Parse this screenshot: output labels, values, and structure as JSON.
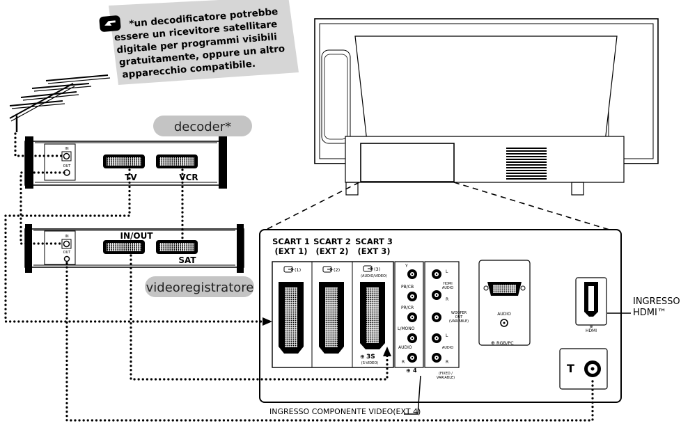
{
  "note": {
    "lines": [
      "*un decodificatore potrebbe",
      "essere un ricevitore satellitare",
      "digitale per programmi visibili",
      "gratuitamente, oppure un altro",
      "apparecchio compatibile."
    ]
  },
  "decoder": {
    "title": "decoder*",
    "in_label": "IN",
    "out_label": "OUT",
    "tv_label": "TV",
    "vcr_label": "VCR"
  },
  "vcr": {
    "title": "videoregistratore",
    "in_label": "IN",
    "out_label": "OUT",
    "inout_label": "IN/OUT",
    "sat_label": "SAT"
  },
  "panel": {
    "scart1": [
      "SCART 1",
      "(EXT 1)"
    ],
    "scart2": [
      "SCART 2",
      "(EXT 2)"
    ],
    "scart3": [
      "SCART 3",
      "(EXT 3)"
    ],
    "port1": "(1)",
    "port2": "(2)",
    "port3": "(3)",
    "port3_sub": "(AUDIO/VIDEO)",
    "s3": "3S",
    "svideo": "(S-VIDEO)",
    "y": "Y",
    "pb": "PB/CB",
    "pr": "PR/CR",
    "lmono": "L/MONO",
    "audio": "AUDIO",
    "l": "L",
    "r": "R",
    "port4": "4",
    "hdmi_audio": [
      "HDMI",
      "AUDIO"
    ],
    "woofer": [
      "WOOFER",
      "OUT",
      "(VARIABLE)"
    ],
    "fixed": [
      "(FIXED /",
      "VARIABLE)"
    ],
    "rgb_audio": "AUDIO",
    "rgbpc": "RGB/PC",
    "hdmi": "HDMI"
  },
  "labels": {
    "hdmi_input": [
      "INGRESSO",
      "HDMI™"
    ],
    "component_input": "INGRESSO COMPONENTE VIDEO(EXT 4)"
  }
}
